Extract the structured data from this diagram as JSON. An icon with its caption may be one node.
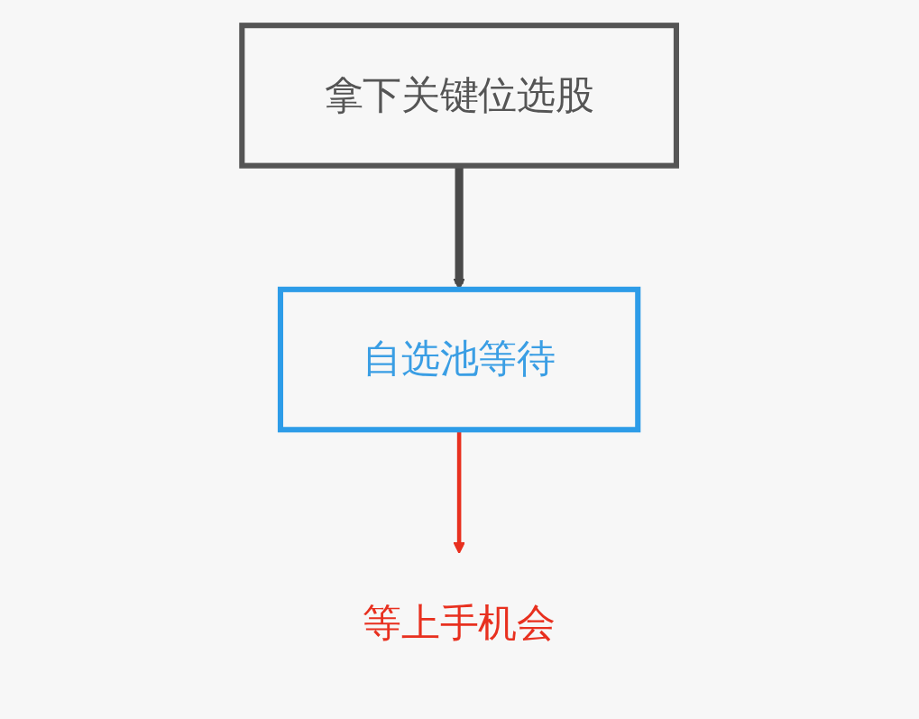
{
  "diagram": {
    "nodes": [
      {
        "text": [
          "拿下关键位选股"
        ]
      },
      {
        "text": [
          "自选池等待"
        ]
      },
      {
        "text": [
          "等上手机会"
        ]
      }
    ],
    "edges": [
      {
        "from": 0,
        "to": 1,
        "arrow": "to",
        "style": "thick",
        "color": "#4a4a4a"
      },
      {
        "from": 1,
        "to": 2,
        "arrow": "to",
        "color": "#e8301f"
      }
    ]
  }
}
